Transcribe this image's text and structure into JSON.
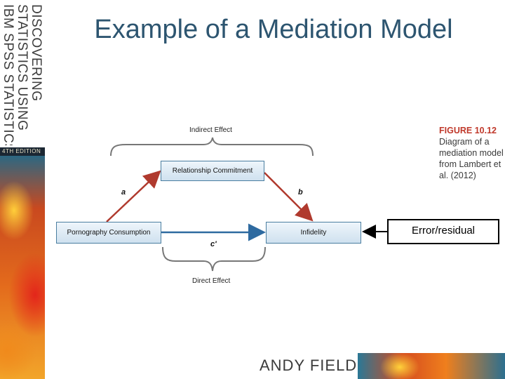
{
  "slide": {
    "title": "Example of a Mediation Model",
    "author": "ANDY FIELD"
  },
  "book_cover": {
    "title_lines": [
      "DISCOVERING",
      "STATISTICS USING",
      "IBM SPSS STATISTICS"
    ],
    "edition": "4TH EDITION"
  },
  "figure": {
    "caption_label": "FIGURE 10.12",
    "caption_text": "Diagram of a mediation model from Lambert et al. (2012)",
    "diagram": {
      "nodes": {
        "mediator": "Relationship Commitment",
        "predictor": "Pornography Consumption",
        "outcome": "Infidelity"
      },
      "brackets": {
        "indirect": "Indirect Effect",
        "direct": "Direct Effect"
      },
      "paths": {
        "a": "a",
        "b": "b",
        "c_prime": "c'"
      }
    }
  },
  "annotation": {
    "error_label": "Error/residual"
  },
  "colors": {
    "title": "#2d5570",
    "path_ab": "#b03a2e",
    "path_c": "#2e6aa0",
    "caption_label": "#c0392b"
  }
}
